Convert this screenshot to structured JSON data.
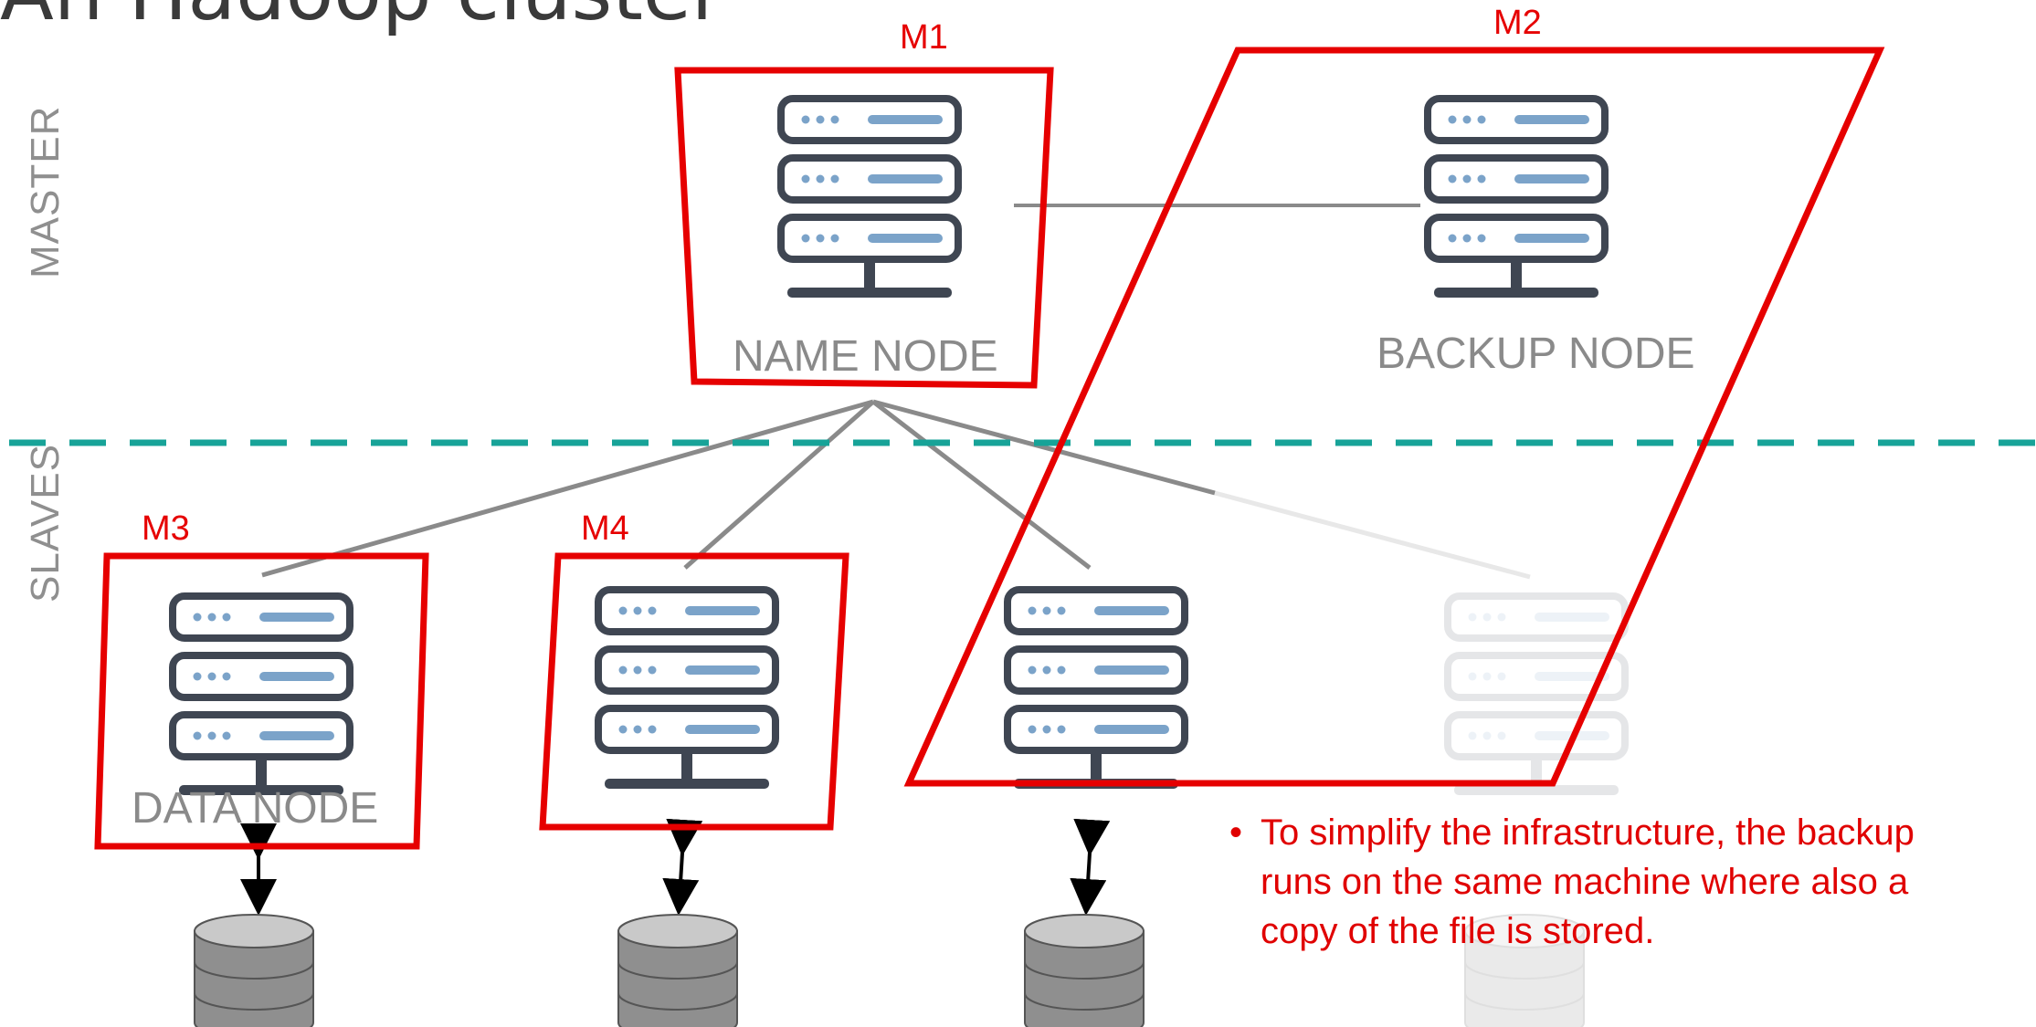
{
  "title": "An Hadoop cluster",
  "sections": {
    "master": "MASTER",
    "slaves": "SLAVES"
  },
  "machines": [
    {
      "id": "M1",
      "node": "NAME NODE"
    },
    {
      "id": "M2",
      "node": "BACKUP NODE"
    },
    {
      "id": "M3",
      "node": "DATA NODE"
    },
    {
      "id": "M4",
      "node": ""
    }
  ],
  "note": {
    "bullet": "•",
    "lines": [
      "To simplify the infrastructure, the backup",
      "runs on the same machine where also a",
      "copy of the file is stored."
    ]
  },
  "colors": {
    "highlight": "#e60000",
    "divider": "#17a398",
    "server_dark": "#3f4652",
    "server_accent": "#7ba3c9",
    "link": "#8a8a8a"
  }
}
